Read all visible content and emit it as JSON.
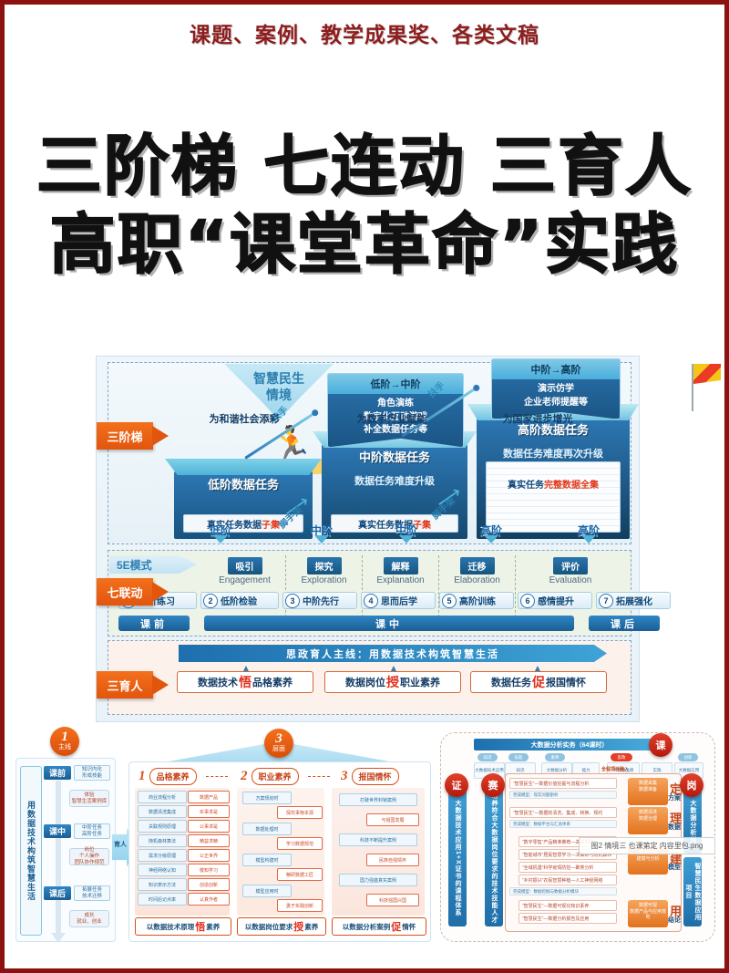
{
  "poster": {
    "kicker": "课题、案例、教学成果奖、各类文稿",
    "title_line1": "三阶梯 七连动 三育人",
    "title_line2": "高职“课堂革命”实践",
    "border_color": "#8c1111",
    "kicker_color": "#8e1d1d"
  },
  "infographic": {
    "tags": [
      {
        "label": "三阶梯"
      },
      {
        "label": "七联动"
      },
      {
        "label": "三育人"
      }
    ],
    "scenario": {
      "line1": "智慧民生",
      "line2": "情境"
    },
    "stairs": [
      {
        "title": "低阶数据任务",
        "sub": "",
        "chip_prefix": "真实任务数据",
        "chip_em": "子集"
      },
      {
        "title": "中阶数据任务",
        "sub": "数据任务难度升级",
        "chip_prefix": "真实任务数据",
        "chip_em": "子集"
      },
      {
        "title": "高阶数据任务",
        "sub": "数据任务难度再次升级",
        "chip_prefix": "真实任务",
        "chip_em": "完整数据全集"
      }
    ],
    "pops": [
      {
        "head": "低阶→中阶",
        "body": "角色演练\n数字化互动游戏\n补全数据任务等"
      },
      {
        "head": "中阶→高阶",
        "body": "演示仿学\n企业老师提醒等"
      }
    ],
    "scaffold_labels": [
      "扶手",
      "扶手",
      "脚手架",
      "脚手架"
    ],
    "stage_labels": [
      "低阶",
      "中阶",
      "中阶",
      "高阶",
      "高阶"
    ],
    "five_e_label": "5E模式",
    "five_e": [
      {
        "cn": "吸引",
        "en": "Engagement"
      },
      {
        "cn": "探究",
        "en": "Exploration"
      },
      {
        "cn": "解释",
        "en": "Explanation"
      },
      {
        "cn": "迁移",
        "en": "Elaboration"
      },
      {
        "cn": "评价",
        "en": "Evaluation"
      }
    ],
    "seven_steps": [
      {
        "num": "1",
        "label": "低阶练习"
      },
      {
        "num": "2",
        "label": "低阶检验"
      },
      {
        "num": "3",
        "label": "中阶先行"
      },
      {
        "num": "4",
        "label": "思而后学"
      },
      {
        "num": "5",
        "label": "高阶训练"
      },
      {
        "num": "6",
        "label": "感情提升"
      },
      {
        "num": "7",
        "label": "拓展强化"
      }
    ],
    "phases": [
      {
        "label": "课前"
      },
      {
        "label": "课中"
      },
      {
        "label": "课后"
      }
    ],
    "main_line": "思政育人主线：用数据技术构筑智慧生活",
    "three_edu": [
      {
        "prefix": "数据技术",
        "em": "悟",
        "suffix": "品格素养",
        "foot": "为和谐社会添彩"
      },
      {
        "prefix": "数据岗位",
        "em": "授",
        "suffix": "职业素养",
        "foot": "为数字行业赋能"
      },
      {
        "prefix": "数据任务",
        "em": "促",
        "suffix": "报国情怀",
        "foot": "为国家进步增光"
      }
    ]
  },
  "bottom_left": {
    "badge": {
      "num": "1",
      "text": "主线"
    },
    "vertical_text": "用数据技术构筑智慧生活",
    "stages": [
      {
        "label": "课前",
        "box": "知识内化\n形成技能",
        "pill": "体验\n智慧生活\n案例库"
      },
      {
        "label": "课中",
        "box": "中阶任务\n高阶任务",
        "pill": "岗位\n个人操作\n团队协作规范"
      },
      {
        "label": "课后",
        "box": "拓展任务\n技术迁移",
        "pill": "成长\n就业、创业"
      }
    ],
    "arrow_label": "育人"
  },
  "bottom_mid": {
    "badge": {
      "num": "3",
      "text": "层面"
    },
    "columns": [
      {
        "idx": "1",
        "cap": "品格素养",
        "left": [
          "商业流程分析",
          "数据清洗集成",
          "关联规则原理",
          "随机森林算法",
          "需求分级原理",
          "神经网络认知",
          "知识表示方法",
          "时间后记点率"
        ],
        "right": [
          "数据产品",
          "实事求是",
          "公事求是",
          "精益求精",
          "公正世界",
          "敬知学习",
          "创造创新",
          "认真作者"
        ],
        "sum_prefix": "以数据技术原理",
        "sum_em": "悟",
        "sum_suffix": "素养"
      },
      {
        "idx": "2",
        "cap": "职业素养",
        "left": [
          "方案规划时",
          "数据处理时",
          "模型构建时",
          "模型应用时"
        ],
        "right": [
          "探究事物本源",
          "学习数据规范",
          "精研数据工匠",
          "勇于实践创新"
        ],
        "sum_prefix": "以数据岗位要求",
        "sum_em": "授",
        "sum_suffix": "素养"
      },
      {
        "idx": "3",
        "cap": "报国情怀",
        "left": [
          "打破世界封锁案例",
          "科技不断提升案例",
          "国力强盛真实案例"
        ],
        "right": [
          "与祖国发展",
          "民族自强情怀",
          "科技强国兴国"
        ],
        "sum_prefix": "以数据分析案例",
        "sum_em": "促",
        "sum_suffix": "情怀"
      }
    ]
  },
  "bottom_right": {
    "title": "大数据分析实务（64课时）",
    "badges": {
      "left": "证",
      "center": "赛",
      "right": "岗",
      "top": "课"
    },
    "left_bar": "大数据技术应用1+X证书的课程体系",
    "left_bar2": "培养符合大数据岗位要求的技术技能人才",
    "right_bar": "大数据分析岗",
    "right_bar2": "智慧民生数据应用项目",
    "rows": [
      {
        "main": "“智慧民生”—数据价值挖掘与流程分析",
        "sub": "完成模型：现实问题剖析",
        "env": "数据采集\n数据准备",
        "cn": "定",
        "cn2": "方案"
      },
      {
        "main": "“智慧民生”—数据的清洗、集成、转换、规约",
        "sub": "完成模型：数据平台与汇总体系",
        "env": "数据清洗\n数据治理",
        "cn": "理",
        "cn2": "数据"
      },
      {
        "main": "“数字零售”产品精准推荐—关联规则",
        "sub": "",
        "env": "数据挖掘\n建模与分析",
        "cn": "建",
        "cn2": "模型"
      },
      {
        "main": "“智能城市”居民智慧学习—决策树与随机森林",
        "sub": "",
        "env": "",
        "cn": "",
        "cn2": ""
      },
      {
        "main": "“全域机遇”科学疫情防控—聚类分析",
        "sub": "",
        "env": "",
        "cn": "",
        "cn2": ""
      },
      {
        "main": "“乡村振兴”农民智慧种植—人工神经网络",
        "sub": "完成模型：数据挖掘与数据分析模块",
        "env": "",
        "cn": "",
        "cn2": ""
      },
      {
        "main": "“智慧民生”—数据可视化知识素养",
        "sub": "",
        "env": "数据可视\n数据产品与应用落地",
        "cn": "用",
        "cn2": "结论"
      },
      {
        "main": "“智慧民生”—数据分析报告及应用",
        "sub": "完成模型：综合分析报告",
        "env": "",
        "cn": "",
        "cn2": ""
      }
    ],
    "flow_in_label": "全程项目融入",
    "watermark": "图2  情境三 也课第定 内容里包.png"
  }
}
